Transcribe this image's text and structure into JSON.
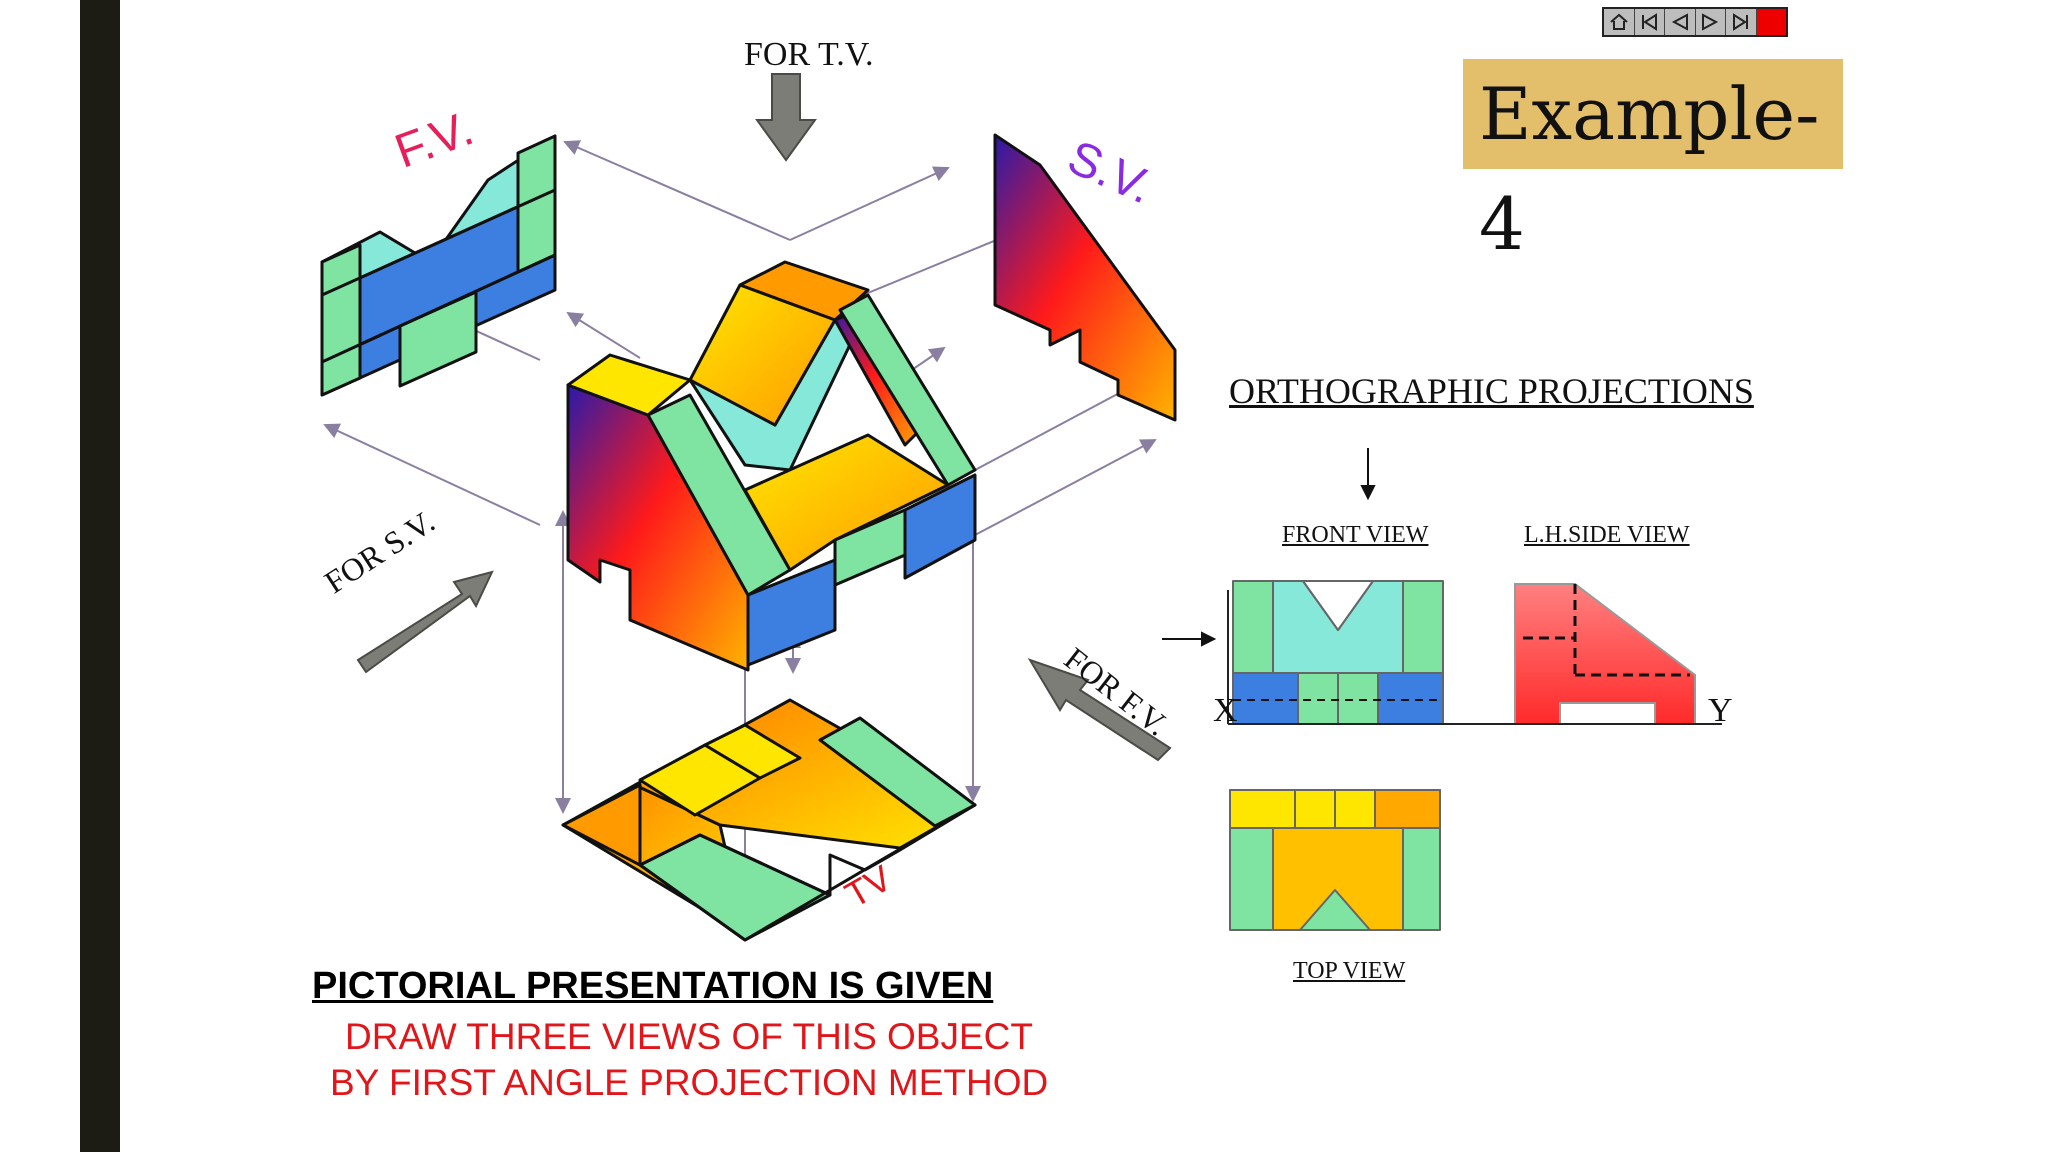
{
  "slide": {
    "title": "Example-4",
    "nav_buttons": [
      "home-icon",
      "first-icon",
      "previous-icon",
      "next-icon",
      "last-icon",
      "stop-icon"
    ],
    "labels": {
      "for_tv": "FOR T.V.",
      "for_sv": "FOR S.V.",
      "for_fv": "FOR F.V.",
      "fv_tag": "F.V.",
      "sv_tag": "S.V.",
      "tv_tag": "TV"
    },
    "ortho": {
      "heading": "ORTHOGRAPHIC PROJECTIONS",
      "front_view": "FRONT VIEW",
      "side_view": "L.H.SIDE VIEW",
      "top_view": "TOP VIEW",
      "x_label": "X",
      "y_label": "Y"
    },
    "instructions": {
      "line1": "PICTORIAL PRESENTATION IS GIVEN",
      "line2": "DRAW THREE VIEWS OF THIS OBJECT",
      "line3": "BY FIRST ANGLE PROJECTION METHOD"
    },
    "colors": {
      "title_bg": "#e3bf6c",
      "red_text": "#e0161b",
      "mint": "#7fe3a1",
      "aqua": "#86e8d8",
      "blue": "#3d7fe0",
      "yellow": "#ffe600",
      "orange": "#ff9a00",
      "side_red": "#ff4d4d",
      "arrow_grey": "#7d7d78"
    }
  }
}
